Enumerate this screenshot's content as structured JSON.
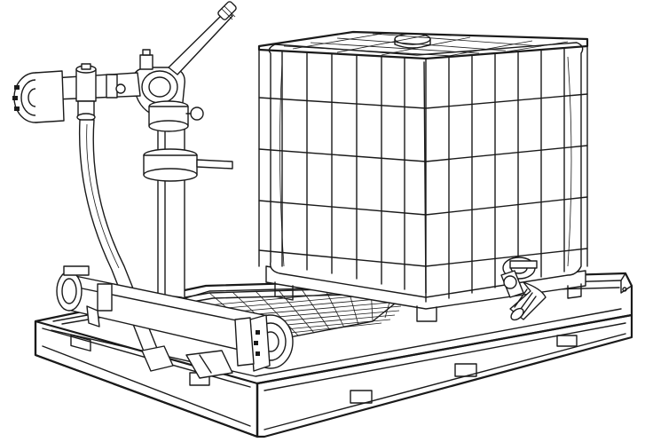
{
  "figure": {
    "style": "line-drawing",
    "ink_color": "#1a1a1a",
    "background": "#ffffff",
    "components": [
      "skid-frame",
      "floor-grating",
      "ibc-tote",
      "cage-frame",
      "tote-outlet-valve",
      "outlet-hose",
      "hand-pump",
      "pump-handle",
      "suction-hose",
      "discharge-coupling",
      "inlet-pipe",
      "end-coupling"
    ]
  }
}
